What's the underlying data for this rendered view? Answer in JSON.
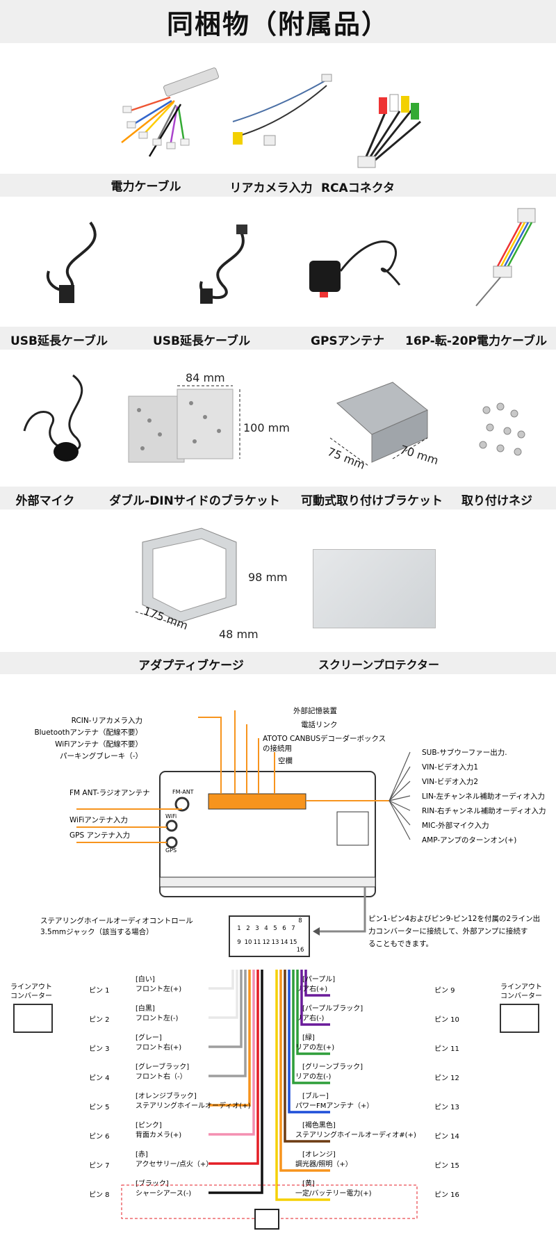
{
  "title": "同梱物（附属品）",
  "items_row1": [
    "電力ケーブル",
    "リアカメラ入力",
    "RCAコネクタ"
  ],
  "items_row2": [
    "USB延長ケーブル",
    "USB延長ケーブル",
    "GPSアンテナ",
    "16P-転-20P電力ケーブル"
  ],
  "items_row3": [
    "外部マイク",
    "ダブル-DINサイドのブラケット",
    "可動式取り付けブラケット",
    "取り付けネジ"
  ],
  "items_row4": [
    "アダプティブケージ",
    "スクリーンプロテクター"
  ],
  "dims": {
    "d84": "84 mm",
    "d100": "100 mm",
    "d75": "75 mm",
    "d70": "70 mm",
    "d98": "98 mm",
    "d175": "175 mm",
    "d48": "48 mm"
  },
  "diagram": {
    "left_top": [
      "RCIN-リアカメラ入力",
      "Bluetoothアンテナ（配線不要）",
      "WiFiアンテナ（配線不要）",
      "パーキングブレーキ（-）"
    ],
    "top": [
      "外部記憶装置",
      "電話リンク",
      "ATOTO CANBUSデコーダーボックス",
      "の接続用",
      "空欄"
    ],
    "right": [
      "SUB-サブウーファー出力.",
      "VIN-ビデオ入力1",
      "VIN-ビデオ入力2",
      "LIN-左チャンネル補助オーディオ入力",
      "RIN-右チャンネル補助オーディオ入力",
      "MIC-外部マイク入力",
      "AMP-アンプのターンオン(+)"
    ],
    "left_mid": [
      "FM ANT-ラジオアンテナ",
      "WiFiアンテナ入力",
      "GPS アンテナ入力"
    ],
    "unit_labels": [
      "FM-ANT",
      "WiFi",
      "GPS"
    ],
    "steering": [
      "ステアリングホイールオーディオコントロール",
      "3.5mmジャック（該当する場合）"
    ],
    "note": [
      "ピン1-ピン4およびピン9-ピン12を付属の2ライン出",
      "力コンバーターに接続して、外部アンプに接続す",
      "ることもできます。"
    ],
    "connector_top": [
      "1",
      "2",
      "3",
      "4",
      "5",
      "6",
      "7",
      "8"
    ],
    "connector_bottom": [
      "9",
      "10",
      "11",
      "12",
      "13",
      "14",
      "15",
      "16"
    ],
    "converter_label": [
      "ラインアウト",
      "コンバーター"
    ],
    "left_pins": [
      {
        "pin": "ピン 1",
        "wire": "[白い]",
        "func": "フロント左(+)"
      },
      {
        "pin": "ピン 2",
        "wire": "[白黒]",
        "func": "フロント左(-)"
      },
      {
        "pin": "ピン 3",
        "wire": "[グレー]",
        "func": "フロント右(+)"
      },
      {
        "pin": "ピン 4",
        "wire": "[グレーブラック]",
        "func": "フロント右（-）"
      },
      {
        "pin": "ピン 5",
        "wire": "[オレンジブラック]",
        "func": "ステアリングホイールオーディオ(+)"
      },
      {
        "pin": "ピン 6",
        "wire": "[ピンク]",
        "func": "背面カメラ(+)"
      },
      {
        "pin": "ピン 7",
        "wire": "[赤]",
        "func": "アクセサリー/点火（+）"
      },
      {
        "pin": "ピン 8",
        "wire": "[ブラック]",
        "func": "シャーシアース(-)"
      }
    ],
    "right_pins": [
      {
        "pin": "ピン 9",
        "wire": "[パープル]",
        "func": "リア右(+)"
      },
      {
        "pin": "ピン 10",
        "wire": "[パープルブラック]",
        "func": "リア右(-)"
      },
      {
        "pin": "ピン 11",
        "wire": "[緑]",
        "func": "リアの左(+)"
      },
      {
        "pin": "ピン 12",
        "wire": "[グリーンブラック]",
        "func": "リアの左(-)"
      },
      {
        "pin": "ピン 13",
        "wire": "[ブルー]",
        "func": "パワーFMアンテナ（+）"
      },
      {
        "pin": "ピン 14",
        "wire": "[褐色黒色]",
        "func": "ステアリングホイールオーディオ#(+)"
      },
      {
        "pin": "ピン 15",
        "wire": "[オレンジ]",
        "func": "調光器/照明（+）"
      },
      {
        "pin": "ピン 16",
        "wire": "[黄]",
        "func": "一定/バッテリー電力(+)"
      }
    ],
    "colors": {
      "orange": "#f7941d",
      "purple": "#6a1b9a",
      "green": "#2e9e3a",
      "blue": "#1e4fd8",
      "brown": "#6d3b12",
      "yellow": "#f5d000",
      "red": "#e41e26",
      "pink": "#f48fb1",
      "gray": "#9e9e9e",
      "white": "#e8e8e8"
    }
  }
}
